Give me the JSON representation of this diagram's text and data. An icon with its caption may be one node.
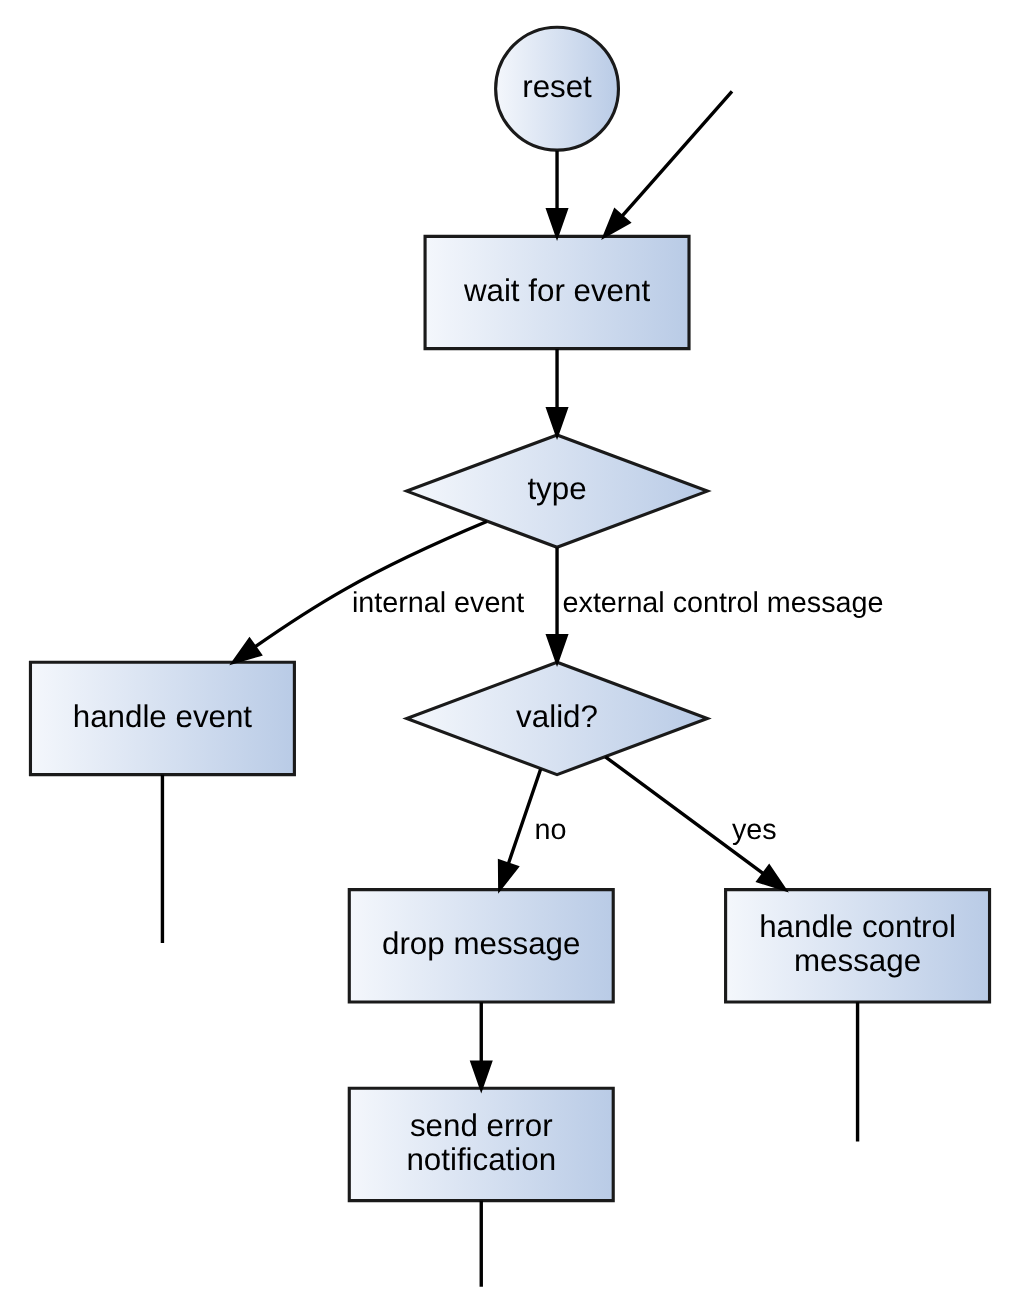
{
  "diagram": {
    "nodes": [
      {
        "text": [
          "reset"
        ]
      },
      {
        "text": [
          "wait for event"
        ]
      },
      {
        "text": [
          "type"
        ]
      },
      {
        "text": [
          "handle event"
        ]
      },
      {
        "text": [
          "valid?"
        ]
      },
      {
        "text": [
          "drop message"
        ]
      },
      {
        "text": [
          "handle control message"
        ]
      },
      {
        "text": [
          "send error notification"
        ]
      }
    ],
    "edges": [
      {
        "from": 0,
        "to": 1,
        "arrow": "to"
      },
      {
        "from": 1,
        "to": 2,
        "arrow": "to"
      },
      {
        "from": 2,
        "to": 3,
        "label": "internal event",
        "arrow": "to"
      },
      {
        "from": 2,
        "to": 4,
        "label": "external control message",
        "arrow": "to"
      },
      {
        "from": 4,
        "to": 5,
        "label": "no",
        "arrow": "to"
      },
      {
        "from": 4,
        "to": 6,
        "label": "yes",
        "arrow": "to"
      },
      {
        "from": 5,
        "to": 7,
        "arrow": "to"
      },
      {
        "from": null,
        "to": 1,
        "arrow": "to"
      },
      {
        "from": 3,
        "to": null,
        "arrow": "none"
      },
      {
        "from": 6,
        "to": null,
        "arrow": "none"
      },
      {
        "from": 7,
        "to": null,
        "arrow": "none"
      }
    ]
  }
}
